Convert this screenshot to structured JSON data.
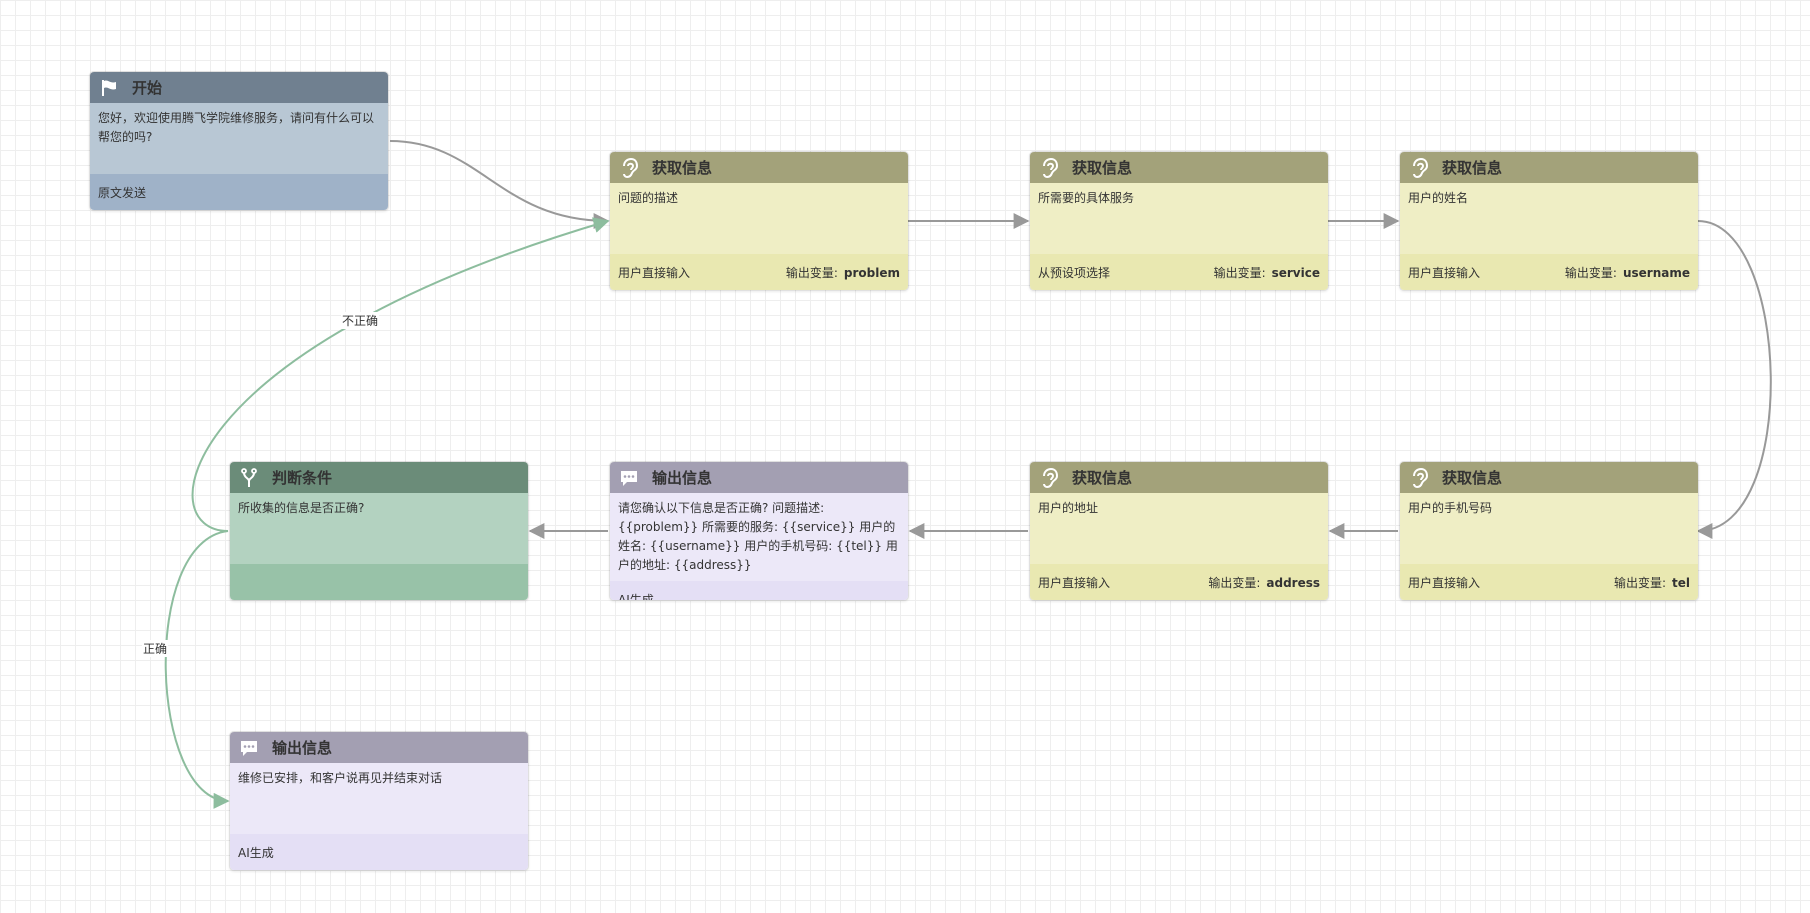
{
  "colors": {
    "edge_gray": "#999999",
    "edge_green": "#8dbd9e",
    "start_header": "#708090",
    "get_header": "#a3a27a",
    "output_header": "#a39fb2",
    "condition_header": "#6b8c79"
  },
  "nodes": {
    "start": {
      "icon": "flag-icon",
      "title": "开始",
      "body": "您好，欢迎使用腾飞学院维修服务，请问有什么可以帮您的吗?",
      "footer": "原文发送"
    },
    "get_problem": {
      "icon": "ear-icon",
      "title": "获取信息",
      "body": "问题的描述",
      "footer_left": "用户直接输入",
      "output_label": "输出变量:",
      "output_var": "problem"
    },
    "get_service": {
      "icon": "ear-icon",
      "title": "获取信息",
      "body": "所需要的具体服务",
      "footer_left": "从预设项选择",
      "output_label": "输出变量:",
      "output_var": "service"
    },
    "get_username": {
      "icon": "ear-icon",
      "title": "获取信息",
      "body": "用户的姓名",
      "footer_left": "用户直接输入",
      "output_label": "输出变量:",
      "output_var": "username"
    },
    "get_tel": {
      "icon": "ear-icon",
      "title": "获取信息",
      "body": "用户的手机号码",
      "footer_left": "用户直接输入",
      "output_label": "输出变量:",
      "output_var": "tel"
    },
    "get_address": {
      "icon": "ear-icon",
      "title": "获取信息",
      "body": "用户的地址",
      "footer_left": "用户直接输入",
      "output_label": "输出变量:",
      "output_var": "address"
    },
    "output_confirm": {
      "icon": "chat-bubble-icon",
      "title": "输出信息",
      "body": "请您确认以下信息是否正确? 问题描述: {{problem}} 所需要的服务: {{service}} 用户的姓名: {{username}} 用户的手机号码: {{tel}} 用户的地址: {{address}}",
      "footer": "AI生成"
    },
    "condition": {
      "icon": "fork-icon",
      "title": "判断条件",
      "body": "所收集的信息是否正确?",
      "footer": ""
    },
    "output_end": {
      "icon": "chat-bubble-icon",
      "title": "输出信息",
      "body": "维修已安排，和客户说再见并结束对话",
      "footer": "AI生成"
    }
  },
  "edge_labels": {
    "incorrect": "不正确",
    "correct": "正确"
  }
}
